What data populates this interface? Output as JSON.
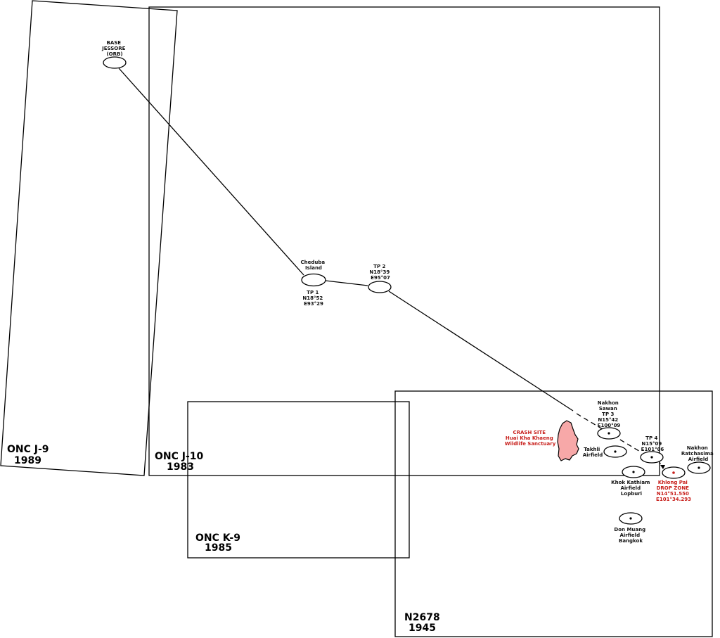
{
  "colors": {
    "line": "#000000",
    "highlight": "#c8201c",
    "crash_fill": "#f7a8a8"
  },
  "charts": [
    {
      "id": "onc-j9",
      "name": "ONC J-9",
      "year": "1989"
    },
    {
      "id": "onc-j10",
      "name": "ONC J-10",
      "year": "1983"
    },
    {
      "id": "onc-k9",
      "name": "ONC K-9",
      "year": "1985"
    },
    {
      "id": "n2678",
      "name": "N2678",
      "year": "1945"
    }
  ],
  "waypoints": {
    "base": {
      "lines": [
        "BASE",
        "JESSORE",
        "(ORB)"
      ]
    },
    "tp1": {
      "top": [
        "Cheduba",
        "Island"
      ],
      "bottom": [
        "TP 1",
        "N18°52",
        "E93°29"
      ]
    },
    "tp2": {
      "lines": [
        "TP 2",
        "N18°39",
        "E95°07"
      ]
    },
    "tp3": {
      "lines": [
        "Nakhon",
        "Sawan",
        "TP 3",
        "N15°42",
        "E100°09"
      ]
    },
    "tp4": {
      "lines": [
        "TP 4",
        "N15°09",
        "E101°06"
      ]
    },
    "drop_zone": {
      "lines": [
        "Khlong Pai",
        "DROP ZONE",
        "N14°51.550",
        "E101°34.293"
      ]
    }
  },
  "airfields": {
    "takhli": {
      "lines": [
        "Takhli",
        "Airfield"
      ]
    },
    "khok_kathiam": {
      "lines": [
        "Khok Kathiam",
        "Airfield",
        "Lopburi"
      ]
    },
    "nakhon_ratchasima": {
      "lines": [
        "Nakhon",
        "Ratchasima",
        "Airfield"
      ]
    },
    "don_muang": {
      "lines": [
        "Don Muang",
        "Airfield",
        "Bangkok"
      ]
    }
  },
  "crash_site": {
    "lines": [
      "CRASH SITE",
      "Huai Kha Khaeng",
      "Wildlife Sanctuary"
    ]
  }
}
